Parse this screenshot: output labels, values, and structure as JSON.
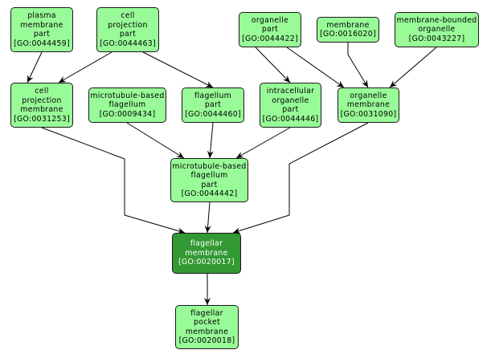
{
  "diagram": {
    "type": "gene-ontology-graph",
    "colors": {
      "term_fill": "#98fb98",
      "focus_fill": "#339933",
      "border": "#1a1a1a",
      "edge": "#000000"
    },
    "nodes": [
      {
        "id": "GO:0044459",
        "lines": [
          "plasma",
          "membrane",
          "part"
        ],
        "go": "[GO:0044459]"
      },
      {
        "id": "GO:0044463",
        "lines": [
          "cell",
          "projection",
          "part"
        ],
        "go": "[GO:0044463]"
      },
      {
        "id": "GO:0044422",
        "lines": [
          "organelle",
          "part"
        ],
        "go": "[GO:0044422]"
      },
      {
        "id": "GO:0016020",
        "lines": [
          "membrane"
        ],
        "go": "[GO:0016020]"
      },
      {
        "id": "GO:0043227",
        "lines": [
          "membrane-bounded",
          "organelle"
        ],
        "go": "[GO:0043227]"
      },
      {
        "id": "GO:0031253",
        "lines": [
          "cell",
          "projection",
          "membrane"
        ],
        "go": "[GO:0031253]"
      },
      {
        "id": "GO:0009434",
        "lines": [
          "microtubule-based",
          "flagellum"
        ],
        "go": "[GO:0009434]"
      },
      {
        "id": "GO:0044460",
        "lines": [
          "flagellum",
          "part"
        ],
        "go": "[GO:0044460]"
      },
      {
        "id": "GO:0044446",
        "lines": [
          "intracellular",
          "organelle",
          "part"
        ],
        "go": "[GO:0044446]"
      },
      {
        "id": "GO:0031090",
        "lines": [
          "organelle",
          "membrane"
        ],
        "go": "[GO:0031090]"
      },
      {
        "id": "GO:0044442",
        "lines": [
          "microtubule-based",
          "flagellum",
          "part"
        ],
        "go": "[GO:0044442]"
      },
      {
        "id": "GO:0020017",
        "lines": [
          "flagellar",
          "membrane"
        ],
        "go": "[GO:0020017]",
        "focus": true
      },
      {
        "id": "GO:0020018",
        "lines": [
          "flagellar",
          "pocket",
          "membrane"
        ],
        "go": "[GO:0020018]"
      }
    ],
    "edges": [
      {
        "from": "GO:0044459",
        "to": "GO:0031253"
      },
      {
        "from": "GO:0044463",
        "to": "GO:0031253"
      },
      {
        "from": "GO:0044463",
        "to": "GO:0044460"
      },
      {
        "from": "GO:0044422",
        "to": "GO:0044446"
      },
      {
        "from": "GO:0044422",
        "to": "GO:0031090"
      },
      {
        "from": "GO:0016020",
        "to": "GO:0031090"
      },
      {
        "from": "GO:0043227",
        "to": "GO:0031090"
      },
      {
        "from": "GO:0009434",
        "to": "GO:0044442"
      },
      {
        "from": "GO:0044460",
        "to": "GO:0044442"
      },
      {
        "from": "GO:0044446",
        "to": "GO:0044442"
      },
      {
        "from": "GO:0031253",
        "to": "GO:0020017"
      },
      {
        "from": "GO:0044442",
        "to": "GO:0020017"
      },
      {
        "from": "GO:0031090",
        "to": "GO:0020017"
      },
      {
        "from": "GO:0020017",
        "to": "GO:0020018"
      }
    ]
  }
}
